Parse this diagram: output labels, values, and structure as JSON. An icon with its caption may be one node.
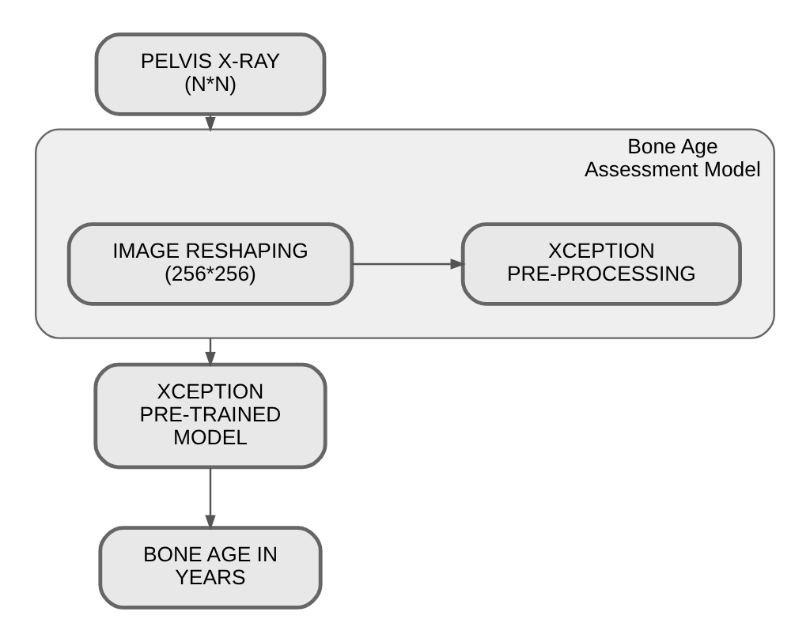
{
  "diagram": {
    "nodes": [
      {
        "text": [
          "PELVIS X-RAY (N*N)"
        ]
      },
      {
        "text": [
          "Bone Age Assessment Model"
        ]
      },
      {
        "text": [
          "IMAGE RESHAPING (256*256)"
        ],
        "in": 1
      },
      {
        "text": [
          "XCEPTION PRE-PROCESSING"
        ],
        "in": 1
      },
      {
        "text": [
          "XCEPTION PRE-TRAINED MODEL"
        ]
      },
      {
        "text": [
          "BONE AGE IN YEARS"
        ]
      }
    ],
    "edges": [
      {
        "from": 0,
        "to": 1,
        "arrow": "to"
      },
      {
        "from": 2,
        "to": 3,
        "arrow": "to"
      },
      {
        "from": 1,
        "to": 4,
        "arrow": "to"
      },
      {
        "from": 4,
        "to": 5,
        "arrow": "to"
      }
    ]
  }
}
